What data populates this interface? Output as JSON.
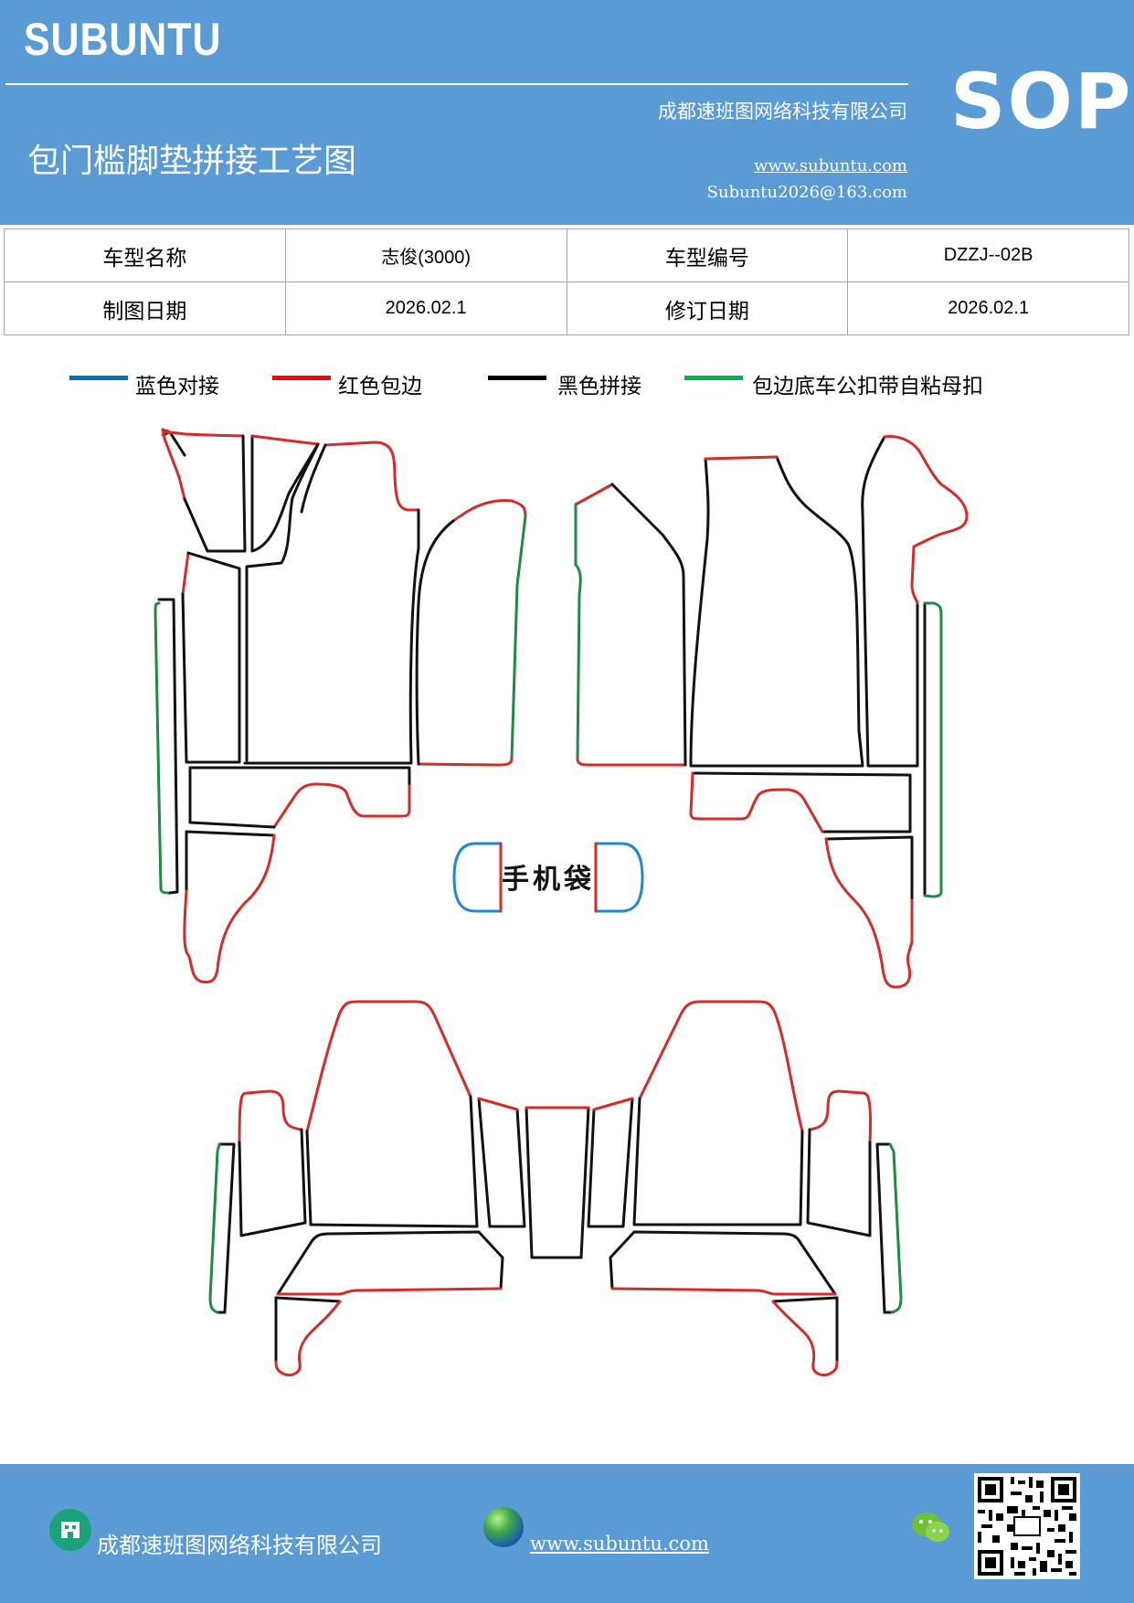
{
  "header": {
    "brand": "SUBUNTU",
    "badge": "SOP",
    "company": "成都速班图网络科技有限公司",
    "title": "包门槛脚垫拼接工艺图",
    "website": "www.subuntu.com",
    "email": "Subuntu2026@163.com",
    "background": "#5b9bd5"
  },
  "info_table": {
    "rows": [
      [
        "车型名称",
        "志俊(3000)",
        "车型编号",
        "DZZJ--02B"
      ],
      [
        "制图日期",
        "2026.02.1",
        "修订日期",
        "2026.02.1"
      ]
    ]
  },
  "legend": [
    {
      "label": "蓝色对接",
      "color": "#0070c0"
    },
    {
      "label": "红色包边",
      "color": "#ff0000"
    },
    {
      "label": "黑色拼接",
      "color": "#000000"
    },
    {
      "label": "包边底车公扣带自粘母扣",
      "color": "#00b050"
    }
  ],
  "drawing": {
    "center_label": "手机袋",
    "stroke_colors": {
      "black": "#111111",
      "red": "#d42b2b",
      "green": "#1e8a45",
      "blue": "#1f86d8"
    }
  },
  "footer": {
    "company": "成都速班图网络科技有限公司",
    "website": "www.subuntu.com ",
    "icons": [
      "building-icon",
      "globe-icon",
      "wechat-icon",
      "qr-code"
    ]
  }
}
